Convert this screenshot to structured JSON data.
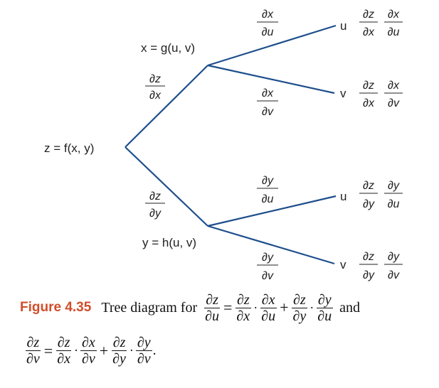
{
  "root": {
    "label": "z = f(x, y)"
  },
  "branches": [
    {
      "id": "x",
      "node_label": "x = g(u, v)",
      "edge_fraction": {
        "num": "∂z",
        "den": "∂x"
      },
      "children": [
        {
          "leaf": "u",
          "edge_fraction": {
            "num": "∂x",
            "den": "∂u"
          },
          "product": {
            "num1": "∂z",
            "den1": "∂x",
            "num2": "∂x",
            "den2": "∂u"
          }
        },
        {
          "leaf": "v",
          "edge_fraction": {
            "num": "∂x",
            "den": "∂v"
          },
          "product": {
            "num1": "∂z",
            "den1": "∂x",
            "num2": "∂x",
            "den2": "∂v"
          }
        }
      ]
    },
    {
      "id": "y",
      "node_label": "y = h(u, v)",
      "edge_fraction": {
        "num": "∂z",
        "den": "∂y"
      },
      "children": [
        {
          "leaf": "u",
          "edge_fraction": {
            "num": "∂y",
            "den": "∂u"
          },
          "product": {
            "num1": "∂z",
            "den1": "∂y",
            "num2": "∂y",
            "den2": "∂u"
          }
        },
        {
          "leaf": "v",
          "edge_fraction": {
            "num": "∂y",
            "den": "∂v"
          },
          "product": {
            "num1": "∂z",
            "den1": "∂y",
            "num2": "∂y",
            "den2": "∂v"
          }
        }
      ]
    }
  ],
  "caption": {
    "label": "Figure 4.35",
    "text": "Tree diagram for",
    "conjunction": "and",
    "equation_u": {
      "lhs_num": "∂z",
      "lhs_den": "∂u",
      "t1_num1": "∂z",
      "t1_den1": "∂x",
      "t1_num2": "∂x",
      "t1_den2": "∂u",
      "t2_num1": "∂z",
      "t2_den1": "∂y",
      "t2_num2": "∂y",
      "t2_den2": "∂u"
    },
    "equation_v": {
      "lhs_num": "∂z",
      "lhs_den": "∂v",
      "t1_num1": "∂z",
      "t1_den1": "∂x",
      "t1_num2": "∂x",
      "t1_den2": "∂v",
      "t2_num1": "∂z",
      "t2_den1": "∂y",
      "t2_num2": "∂y",
      "t2_den2": "∂v",
      "end": "."
    }
  },
  "colors": {
    "edge": "#1e4e8c",
    "caption_label": "#d24d2a"
  }
}
